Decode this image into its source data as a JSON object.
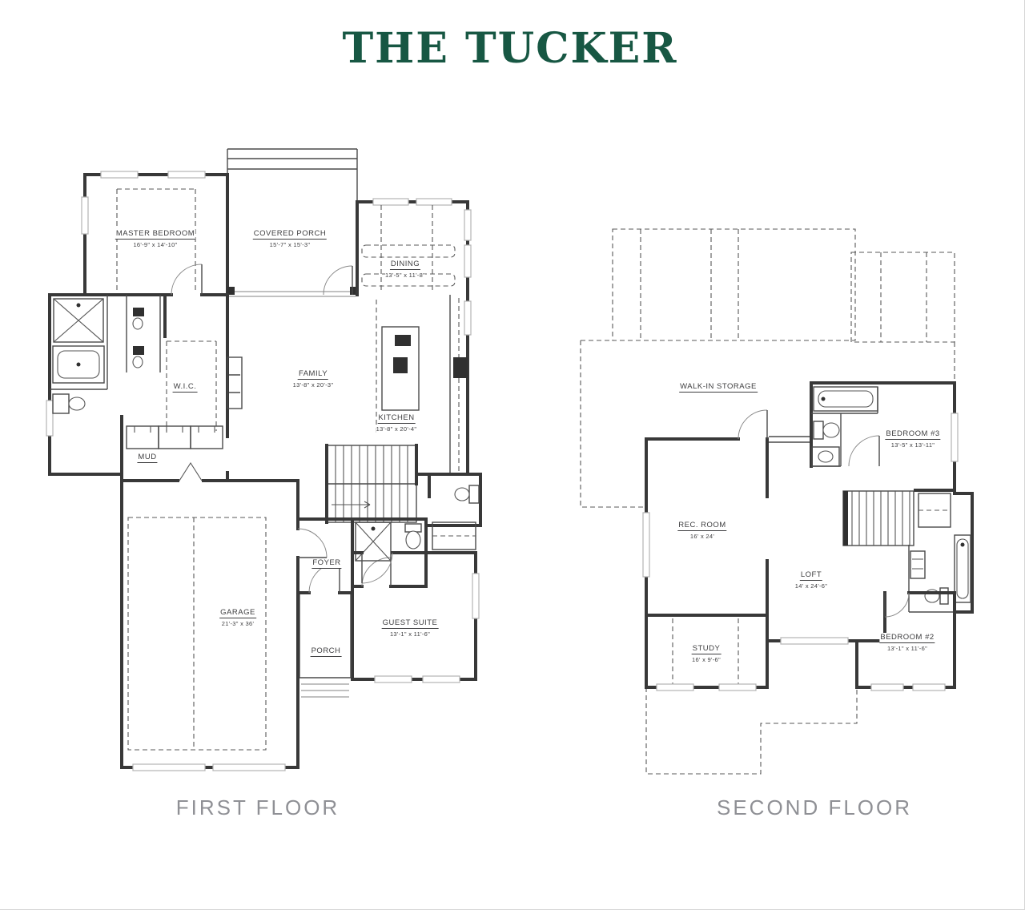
{
  "title": "THE TUCKER",
  "colors": {
    "title_green": "#175743",
    "caption_gray": "#8f9095",
    "wall_dark": "#383838"
  },
  "floors": {
    "first": {
      "caption": "FIRST FLOOR",
      "rooms": {
        "master_bedroom": {
          "name": "MASTER BEDROOM",
          "dims": "16'-9\" x 14'-10\""
        },
        "covered_porch": {
          "name": "COVERED PORCH",
          "dims": "15'-7\" x 15'-3\""
        },
        "dining": {
          "name": "DINING",
          "dims": "13'-5\" x 11'-8\""
        },
        "family": {
          "name": "FAMILY",
          "dims": "13'-8\" x 20'-3\""
        },
        "kitchen": {
          "name": "KITCHEN",
          "dims": "13'-8\" x 20'-4\""
        },
        "wic": {
          "name": "W.I.C."
        },
        "mud": {
          "name": "MUD"
        },
        "garage": {
          "name": "GARAGE",
          "dims": "21'-3\" x 36'"
        },
        "foyer": {
          "name": "FOYER"
        },
        "porch": {
          "name": "PORCH"
        },
        "guest_suite": {
          "name": "GUEST SUITE",
          "dims": "13'-1\" x 11'-6\""
        }
      }
    },
    "second": {
      "caption": "SECOND FLOOR",
      "rooms": {
        "walk_in_storage": {
          "name": "WALK-IN STORAGE"
        },
        "bedroom_3": {
          "name": "BEDROOM #3",
          "dims": "13'-5\" x 13'-11\""
        },
        "rec_room": {
          "name": "REC. ROOM",
          "dims": "16' x 24'"
        },
        "loft": {
          "name": "LOFT",
          "dims": "14' x 24'-6\""
        },
        "study": {
          "name": "STUDY",
          "dims": "16' x 9'-6\""
        },
        "bedroom_2": {
          "name": "BEDROOM #2",
          "dims": "13'-1\" x 11'-6\""
        }
      }
    }
  }
}
